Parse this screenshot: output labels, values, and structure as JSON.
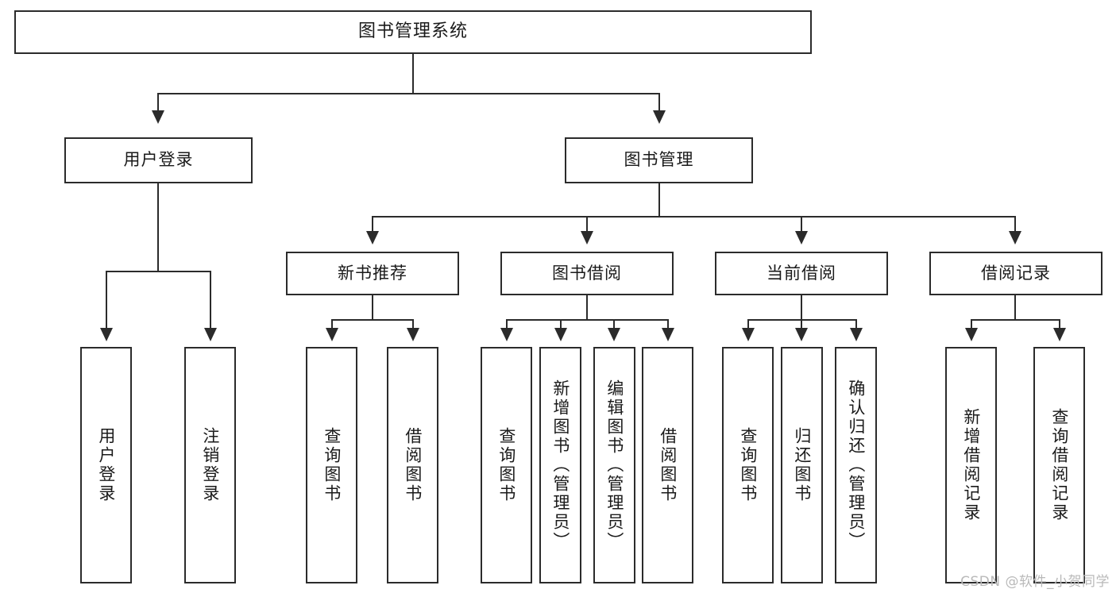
{
  "diagram": {
    "title": "图书管理系统",
    "watermark": "CSDN @软件_小贺同学",
    "colors": {
      "stroke": "#2b2b2b",
      "fill": "#ffffff",
      "text": "#1a1a1a",
      "watermark": "#b9b9b9"
    }
  },
  "nodes": {
    "root": {
      "label": "图书管理系统"
    },
    "level2": [
      {
        "label": "用户登录"
      },
      {
        "label": "图书管理"
      }
    ],
    "level3": [
      {
        "label": "新书推荐"
      },
      {
        "label": "图书借阅"
      },
      {
        "label": "当前借阅"
      },
      {
        "label": "借阅记录"
      }
    ],
    "leaves": {
      "user_login": [
        {
          "label": "用户登录"
        },
        {
          "label": "注销登录"
        }
      ],
      "new_book": [
        {
          "label": "查询图书"
        },
        {
          "label": "借阅图书"
        }
      ],
      "borrow_book": [
        {
          "label": "查询图书"
        },
        {
          "label": "新增图书（管理员）"
        },
        {
          "label": "编辑图书（管理员）"
        },
        {
          "label": "借阅图书"
        }
      ],
      "current_borrow": [
        {
          "label": "查询图书"
        },
        {
          "label": "归还图书"
        },
        {
          "label": "确认归还（管理员）"
        }
      ],
      "borrow_record": [
        {
          "label": "新增借阅记录"
        },
        {
          "label": "查询借阅记录"
        }
      ]
    }
  }
}
